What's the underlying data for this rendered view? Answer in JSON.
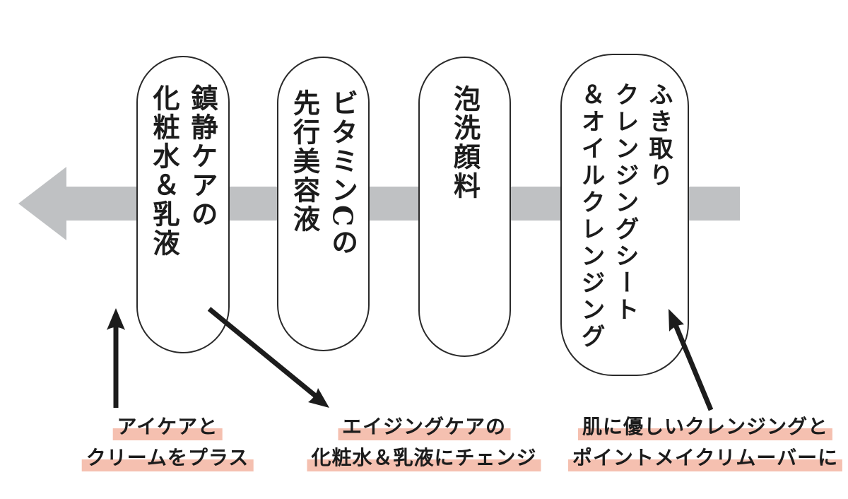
{
  "diagram": {
    "description": "skincare-routine-flow-diagram",
    "colors": {
      "flow_arrow": "#bfc1c3",
      "highlight": "#f5c0b0",
      "annotation_arrow": "#1c1c1c",
      "capsule_border": "#2a2a2a",
      "text": "#1c1c1c"
    },
    "flow": {
      "direction": "right-to-left"
    },
    "capsules": [
      {
        "columns": [
          "鎮静ケアの",
          "化粧水＆乳液"
        ]
      },
      {
        "columns": [
          "ビタミンCの",
          "先行美容液"
        ]
      },
      {
        "columns": [
          "泡洗顔料"
        ]
      },
      {
        "columns": [
          "ふき取り",
          "クレンジングシート",
          "＆オイルクレンジング"
        ]
      }
    ],
    "annotations": [
      {
        "lines": [
          "アイケアと",
          "クリームをプラス"
        ]
      },
      {
        "lines": [
          "エイジングケアの",
          "化粧水＆乳液にチェンジ"
        ]
      },
      {
        "lines": [
          "肌に優しいクレンジングと",
          "ポイントメイクリムーバーに"
        ]
      }
    ]
  }
}
